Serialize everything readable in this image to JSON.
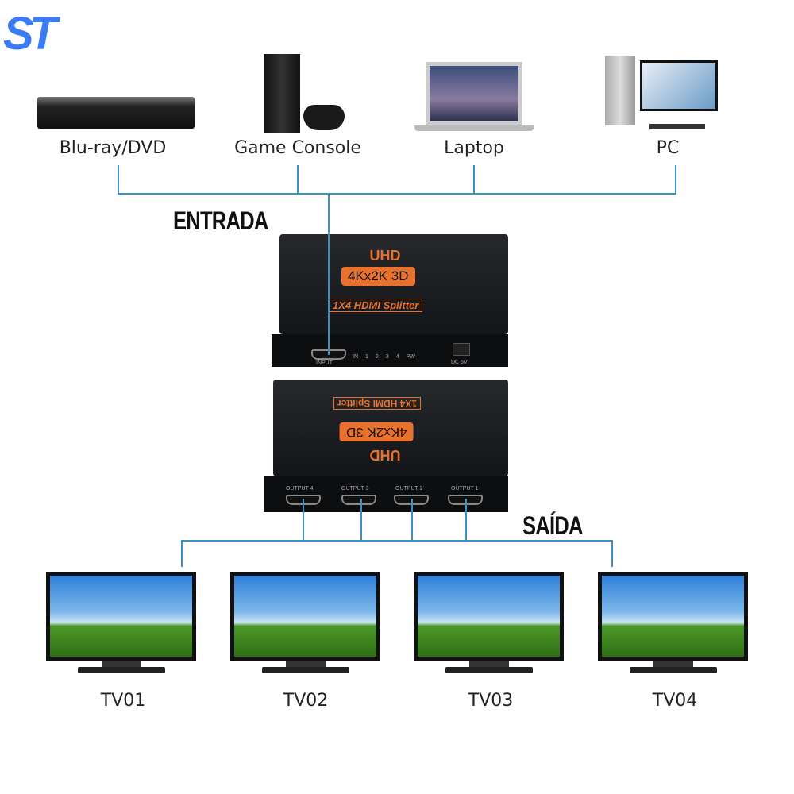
{
  "logo": {
    "text": "ST",
    "color": "#3b7cf5"
  },
  "sources": [
    {
      "label": "Blu-ray/DVD",
      "icon": "bluray-player-icon"
    },
    {
      "label": "Game Console",
      "icon": "game-console-icon"
    },
    {
      "label": "Laptop",
      "icon": "laptop-icon"
    },
    {
      "label": "PC",
      "icon": "desktop-pc-icon"
    }
  ],
  "input_label": "ENTRADA",
  "output_label": "SAÍDA",
  "splitter": {
    "title": "UHD",
    "resolution": "4Kx2K 3D",
    "model": "1X4 HDMI Splitter",
    "input_port": "INPUT",
    "leds": [
      "IN",
      "1",
      "2",
      "3",
      "4",
      "PW"
    ],
    "power": "DC 5V",
    "outputs": [
      "OUTPUT 4",
      "OUTPUT 3",
      "OUTPUT 2",
      "OUTPUT 1"
    ]
  },
  "tvs": [
    "TV01",
    "TV02",
    "TV03",
    "TV04"
  ],
  "colors": {
    "line": "#3d8fc4",
    "accent": "#e8712d"
  }
}
